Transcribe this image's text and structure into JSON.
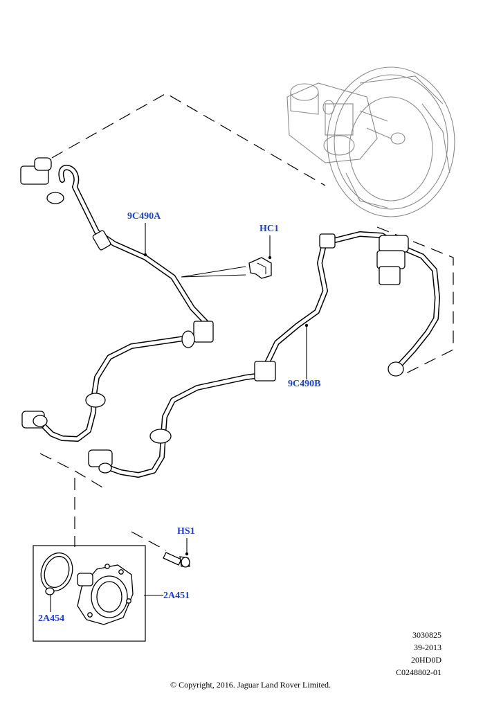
{
  "theme": {
    "callout_color": "#1f3fc4",
    "line_color": "#000000",
    "ghost_color": "#8a8a8a"
  },
  "callouts": {
    "pipe_a": "9C490A",
    "clip": "HC1",
    "pipe_b": "9C490B",
    "bolt": "HS1",
    "pump": "2A451",
    "seal": "2A454"
  },
  "references": [
    "3030825",
    "39-2013",
    "20HD0D",
    "C0248802-01"
  ],
  "copyright": "© Copyright, 2016. Jaguar Land Rover Limited."
}
